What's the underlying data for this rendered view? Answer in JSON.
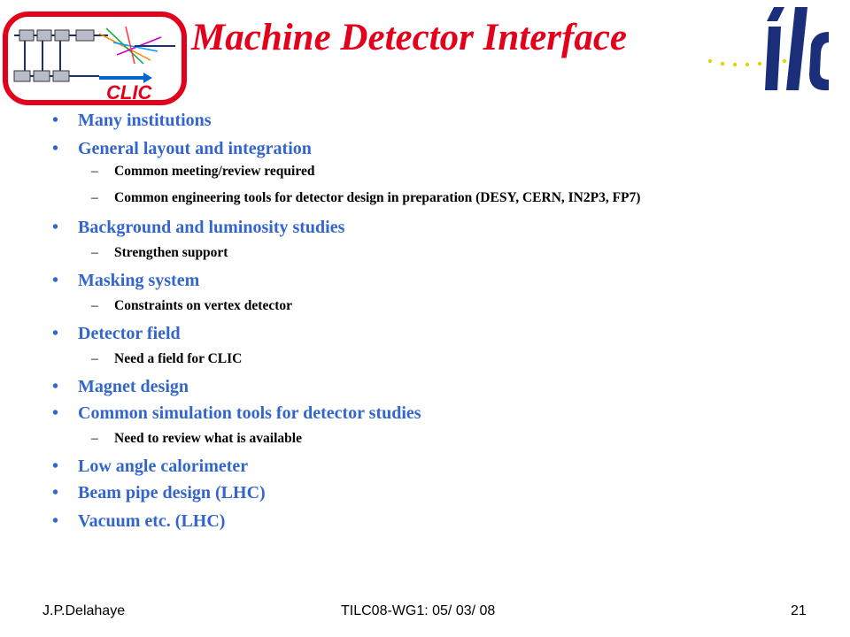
{
  "slide": {
    "title": "Machine Detector Interface",
    "logos": {
      "left": "CLIC",
      "right": "ilc"
    },
    "colors": {
      "title": "#e3001b",
      "bullet_text": "#3366cc",
      "sub_text": "#000000",
      "ilc_blue": "#1a2e7a",
      "ilc_dots": "#d8d800"
    },
    "bullets": [
      {
        "text": "Many institutions",
        "subs": []
      },
      {
        "text": "General layout and integration",
        "subs": [
          "Common meeting/review required",
          "Common engineering tools for detector design in preparation (DESY, CERN, IN2P3, FP7)"
        ]
      },
      {
        "text": "Background and luminosity studies",
        "subs": [
          "Strengthen support"
        ]
      },
      {
        "text": "Masking system",
        "subs": [
          "Constraints on vertex detector"
        ]
      },
      {
        "text": "Detector field",
        "subs": [
          "Need a field for CLIC"
        ]
      },
      {
        "text": "Magnet design",
        "subs": []
      },
      {
        "text": "Common simulation tools for detector studies",
        "subs": [
          "Need to review what is available"
        ]
      },
      {
        "text": "Low angle calorimeter",
        "subs": []
      },
      {
        "text": "Beam pipe design (LHC)",
        "subs": []
      },
      {
        "text": "Vacuum etc. (LHC)",
        "subs": []
      }
    ],
    "footer": {
      "author": "J.P.Delahaye",
      "event": "TILC08-WG1: 05/ 03/ 08",
      "page": "21"
    }
  }
}
